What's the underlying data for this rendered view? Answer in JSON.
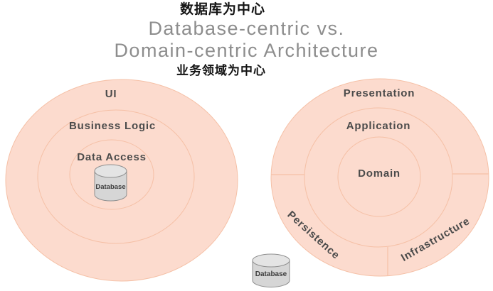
{
  "header": {
    "chinese_top": "数据库为中心",
    "title_line1": "Database-centric vs.",
    "title_line2": "Domain-centric Architecture",
    "chinese_bottom": "业务领域为中心"
  },
  "left_diagram": {
    "rings": [
      "UI",
      "Business Logic",
      "Data Access"
    ],
    "database_label": "Database"
  },
  "right_diagram": {
    "rings": [
      "Presentation",
      "Application",
      "Domain"
    ],
    "outer_sections": [
      "Persistence",
      "Infrastructure"
    ],
    "database_label": "Database"
  },
  "colors": {
    "background": "#ffffff",
    "diagram_fill": "#fcdbce",
    "ring_stroke": "#f5c0a6",
    "ring_label": "#4b4b4b",
    "title_gray": "#8d8d8d",
    "chinese_text": "#141414",
    "cylinder_body": "#d6d6d6",
    "cylinder_top": "#e4e4e4",
    "cylinder_stroke": "#8f8f8f",
    "cylinder_label": "#3d3d3d"
  }
}
